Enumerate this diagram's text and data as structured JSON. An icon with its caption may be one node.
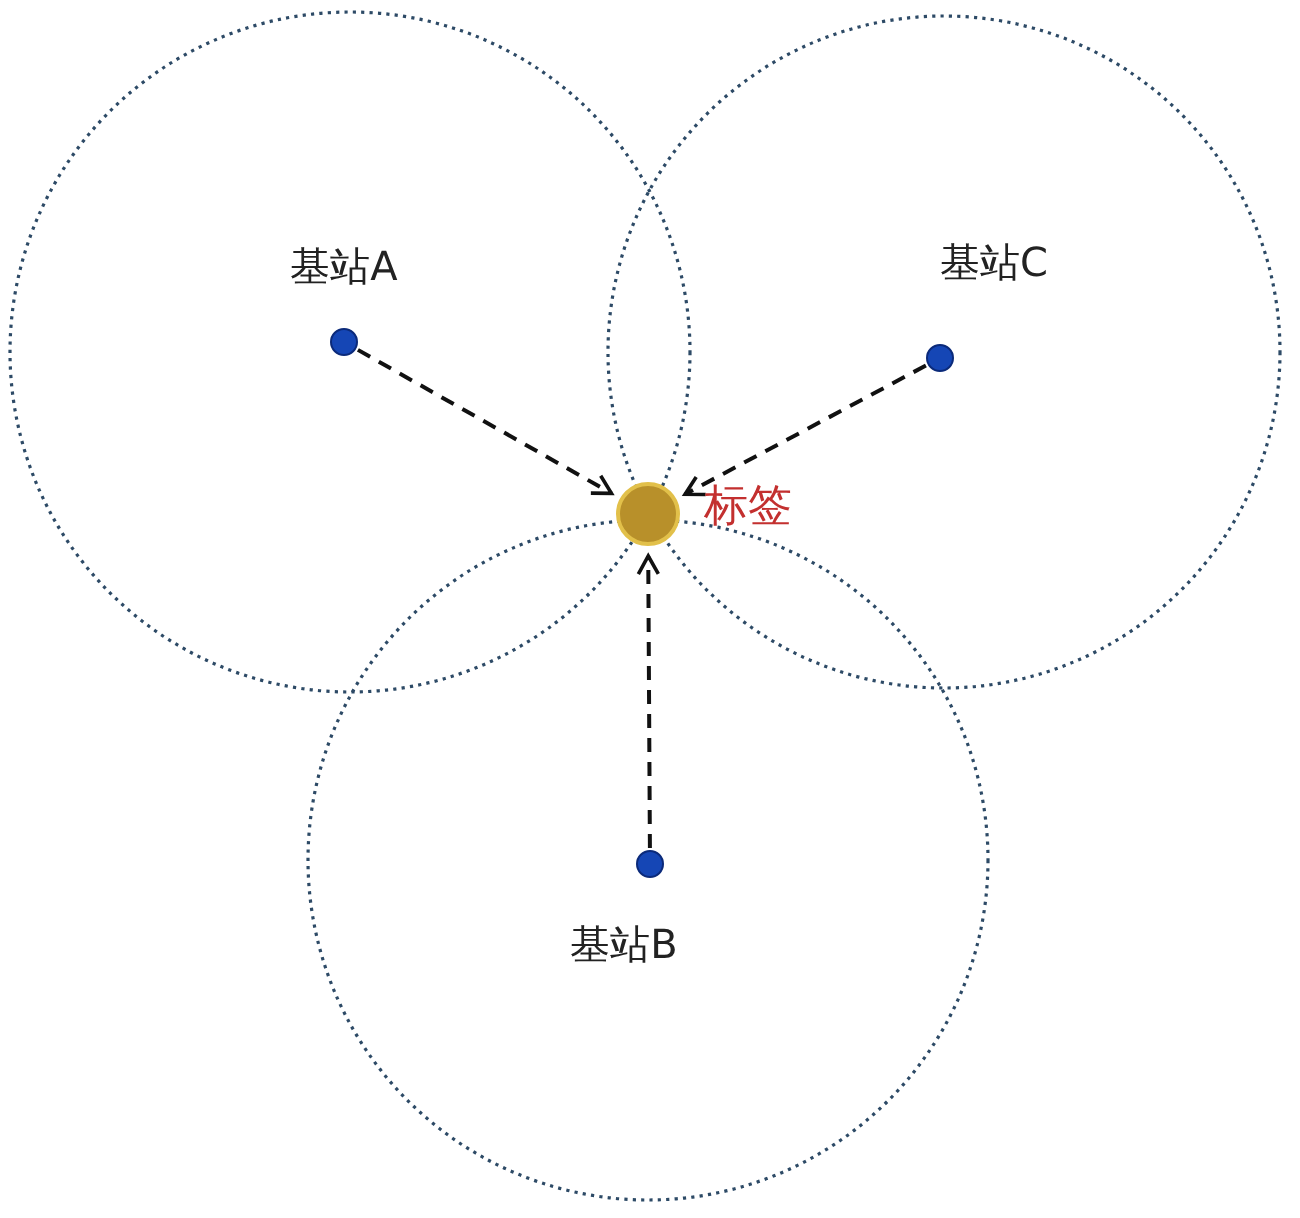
{
  "diagram": {
    "nodes": [
      {
        "text": [
          "基站A"
        ]
      },
      {
        "text": [
          "基站C"
        ]
      },
      {
        "text": [
          "基站B"
        ]
      },
      {
        "text": [],
        "shape": "circle",
        "beside": [
          "标签"
        ]
      }
    ],
    "edges": [
      {
        "from": 0,
        "to": 3,
        "arrow": "to",
        "style": "dashed"
      },
      {
        "from": 1,
        "to": 3,
        "arrow": "to",
        "style": "dashed"
      },
      {
        "from": 2,
        "to": 3,
        "arrow": "to",
        "style": "dashed"
      }
    ]
  }
}
